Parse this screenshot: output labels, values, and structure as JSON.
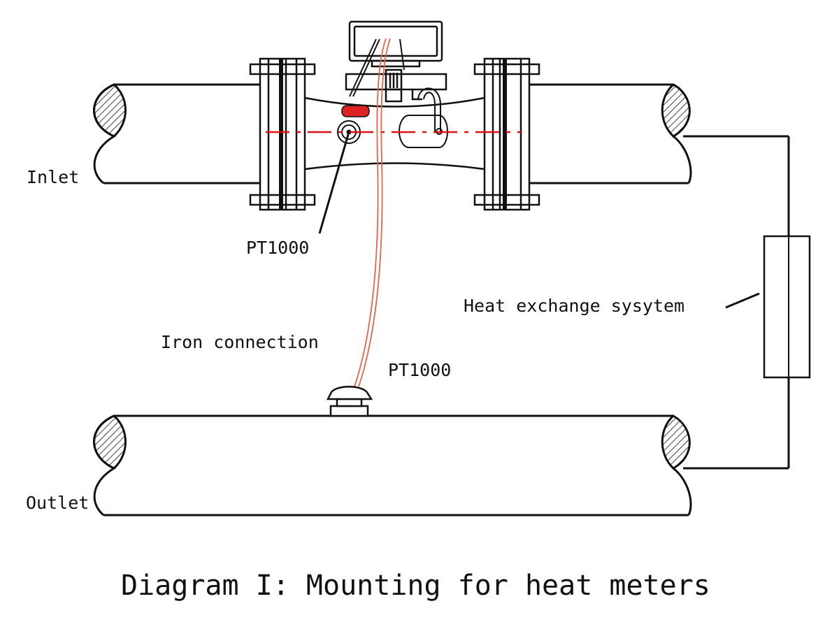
{
  "labels": {
    "inlet": "Inlet",
    "outlet": "Outlet",
    "sensor_top": "PT1000",
    "sensor_bottom": "PT1000",
    "iron_connection": "Iron connection",
    "heat_exchange": "Heat exchange sysytem"
  },
  "caption": "Diagram I: Mounting for heat meters",
  "colors": {
    "line": "#111111",
    "hatch": "#111111",
    "centerline": "#dd1111",
    "cable": "#e8644a",
    "sensor_highlight": "#dd2222"
  }
}
